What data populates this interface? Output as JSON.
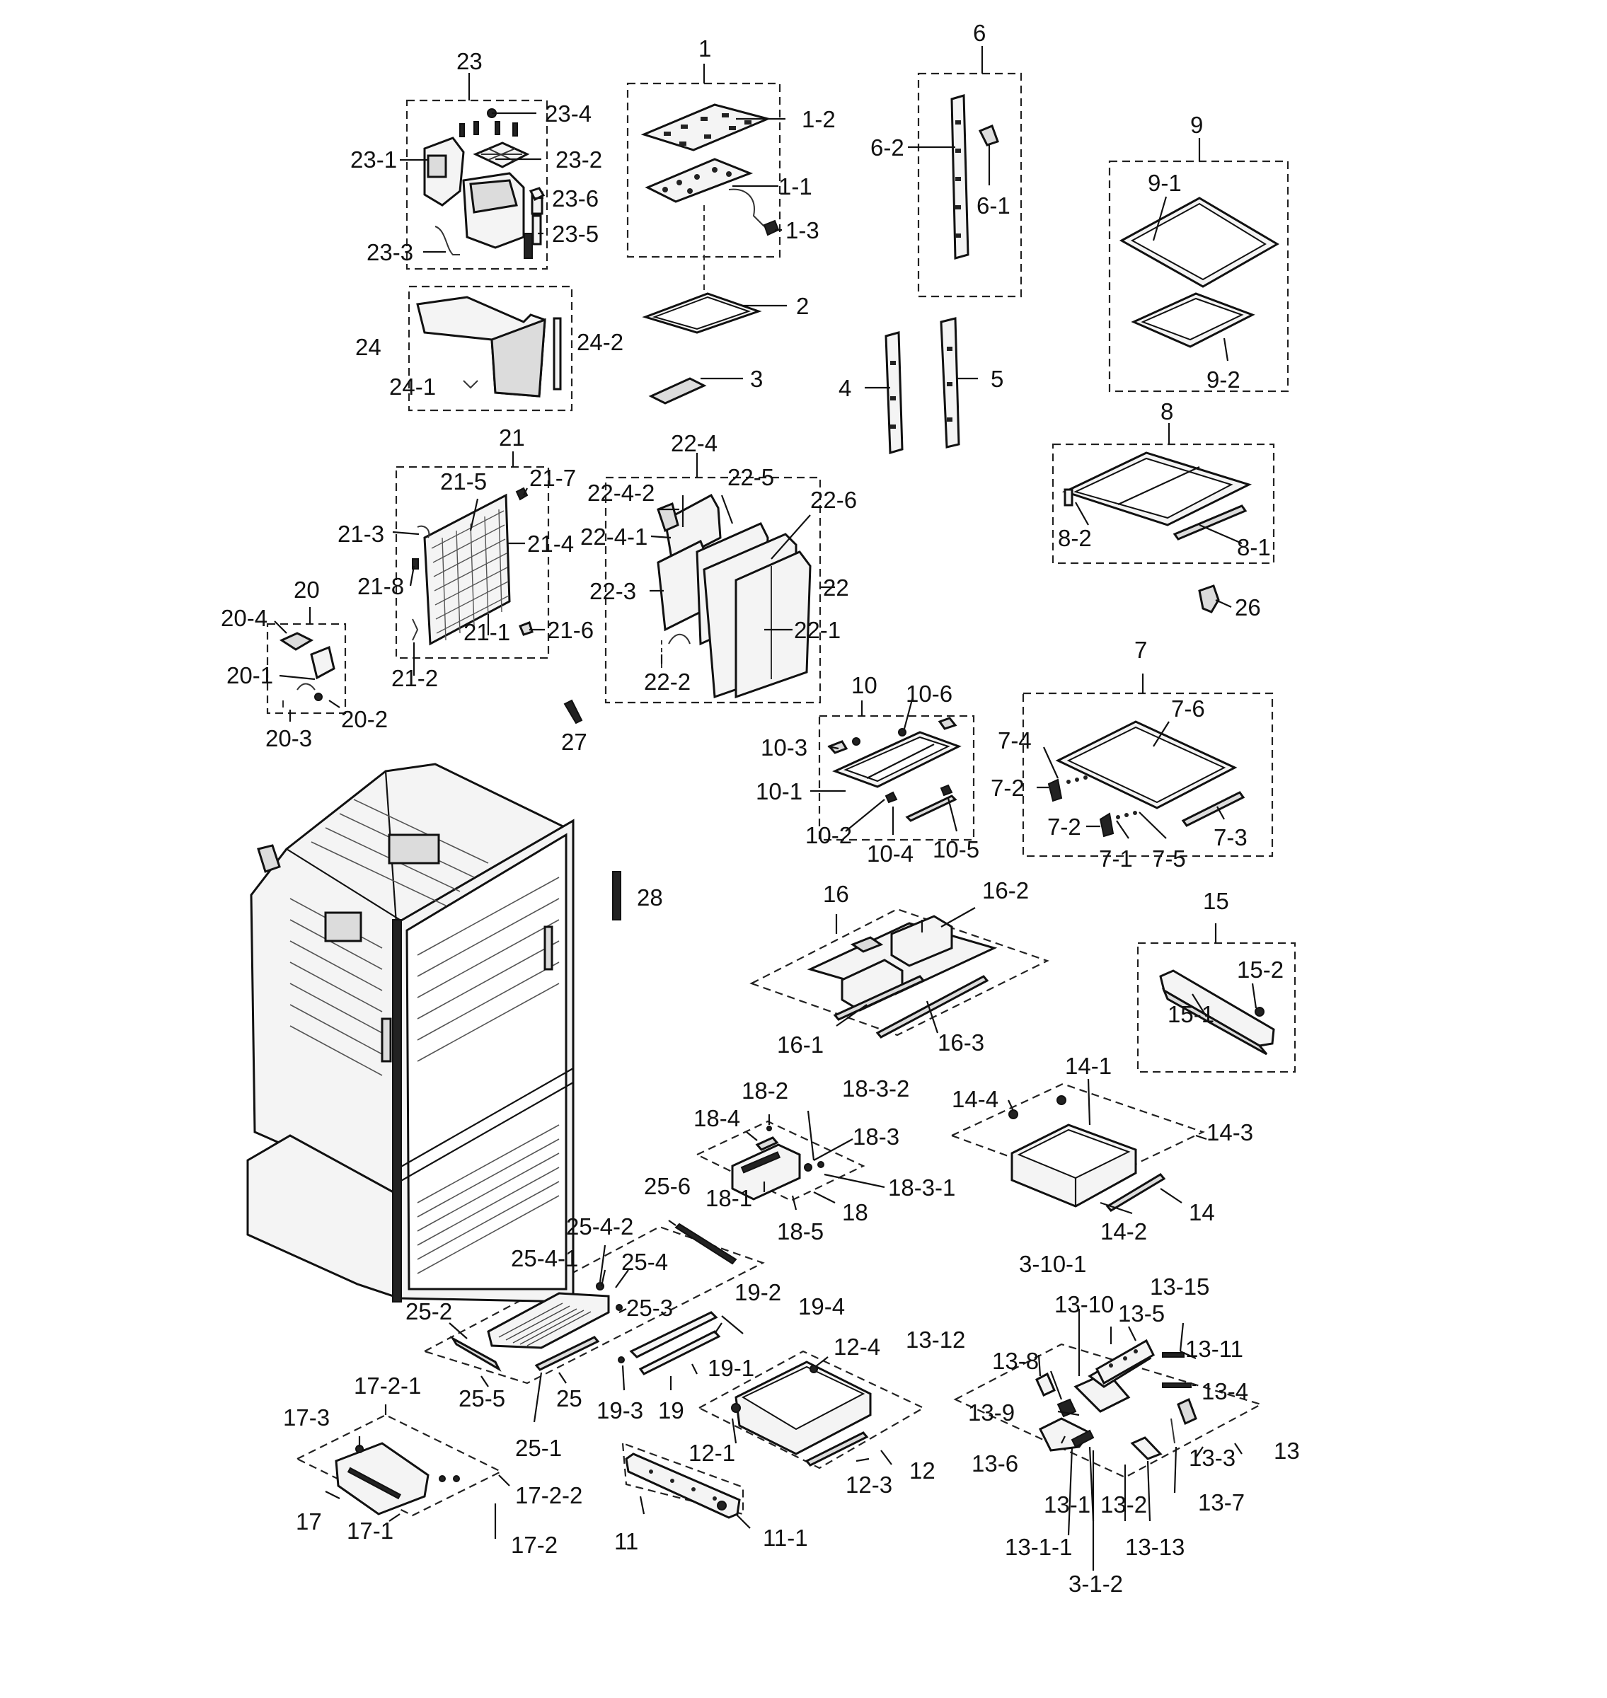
{
  "diagram": {
    "labels": [
      {
        "id": "1",
        "text": "1"
      },
      {
        "id": "1-1",
        "text": "1-1"
      },
      {
        "id": "1-2",
        "text": "1-2"
      },
      {
        "id": "1-3",
        "text": "1-3"
      },
      {
        "id": "2",
        "text": "2"
      },
      {
        "id": "3",
        "text": "3"
      },
      {
        "id": "4",
        "text": "4"
      },
      {
        "id": "5",
        "text": "5"
      },
      {
        "id": "6",
        "text": "6"
      },
      {
        "id": "6-1",
        "text": "6-1"
      },
      {
        "id": "6-2",
        "text": "6-2"
      },
      {
        "id": "7",
        "text": "7"
      },
      {
        "id": "7-1",
        "text": "7-1"
      },
      {
        "id": "7-2a",
        "text": "7-2"
      },
      {
        "id": "7-2b",
        "text": "7-2"
      },
      {
        "id": "7-3",
        "text": "7-3"
      },
      {
        "id": "7-4",
        "text": "7-4"
      },
      {
        "id": "7-5",
        "text": "7-5"
      },
      {
        "id": "7-6",
        "text": "7-6"
      },
      {
        "id": "8",
        "text": "8"
      },
      {
        "id": "8-1",
        "text": "8-1"
      },
      {
        "id": "8-2",
        "text": "8-2"
      },
      {
        "id": "9",
        "text": "9"
      },
      {
        "id": "9-1",
        "text": "9-1"
      },
      {
        "id": "9-2",
        "text": "9-2"
      },
      {
        "id": "10",
        "text": "10"
      },
      {
        "id": "10-1",
        "text": "10-1"
      },
      {
        "id": "10-2",
        "text": "10-2"
      },
      {
        "id": "10-3",
        "text": "10-3"
      },
      {
        "id": "10-4",
        "text": "10-4"
      },
      {
        "id": "10-5",
        "text": "10-5"
      },
      {
        "id": "10-6",
        "text": "10-6"
      },
      {
        "id": "11",
        "text": "11"
      },
      {
        "id": "11-1",
        "text": "11-1"
      },
      {
        "id": "12",
        "text": "12"
      },
      {
        "id": "12-1",
        "text": "12-1"
      },
      {
        "id": "12-3",
        "text": "12-3"
      },
      {
        "id": "12-4",
        "text": "12-4"
      },
      {
        "id": "13",
        "text": "13"
      },
      {
        "id": "13-1",
        "text": "13-1"
      },
      {
        "id": "13-1-1",
        "text": "13-1-1"
      },
      {
        "id": "13-2",
        "text": "13-2"
      },
      {
        "id": "13-3",
        "text": "13-3"
      },
      {
        "id": "13-4",
        "text": "13-4"
      },
      {
        "id": "13-5",
        "text": "13-5"
      },
      {
        "id": "13-6",
        "text": "13-6"
      },
      {
        "id": "13-7",
        "text": "13-7"
      },
      {
        "id": "13-8",
        "text": "13-8"
      },
      {
        "id": "13-9",
        "text": "13-9"
      },
      {
        "id": "13-10",
        "text": "13-10"
      },
      {
        "id": "13-11",
        "text": "13-11"
      },
      {
        "id": "13-12",
        "text": "13-12"
      },
      {
        "id": "13-13",
        "text": "13-13"
      },
      {
        "id": "13-15",
        "text": "13-15"
      },
      {
        "id": "3-10-1",
        "text": "3-10-1"
      },
      {
        "id": "3-1-2",
        "text": "3-1-2"
      },
      {
        "id": "14",
        "text": "14"
      },
      {
        "id": "14-1",
        "text": "14-1"
      },
      {
        "id": "14-2",
        "text": "14-2"
      },
      {
        "id": "14-3",
        "text": "14-3"
      },
      {
        "id": "14-4",
        "text": "14-4"
      },
      {
        "id": "15",
        "text": "15"
      },
      {
        "id": "15-1",
        "text": "15-1"
      },
      {
        "id": "15-2",
        "text": "15-2"
      },
      {
        "id": "16",
        "text": "16"
      },
      {
        "id": "16-1",
        "text": "16-1"
      },
      {
        "id": "16-2",
        "text": "16-2"
      },
      {
        "id": "16-3",
        "text": "16-3"
      },
      {
        "id": "17",
        "text": "17"
      },
      {
        "id": "17-1",
        "text": "17-1"
      },
      {
        "id": "17-2",
        "text": "17-2"
      },
      {
        "id": "17-2-1",
        "text": "17-2-1"
      },
      {
        "id": "17-2-2",
        "text": "17-2-2"
      },
      {
        "id": "17-3",
        "text": "17-3"
      },
      {
        "id": "18",
        "text": "18"
      },
      {
        "id": "18-1",
        "text": "18-1"
      },
      {
        "id": "18-2",
        "text": "18-2"
      },
      {
        "id": "18-3",
        "text": "18-3"
      },
      {
        "id": "18-3-1",
        "text": "18-3-1"
      },
      {
        "id": "18-3-2",
        "text": "18-3-2"
      },
      {
        "id": "18-4",
        "text": "18-4"
      },
      {
        "id": "18-5",
        "text": "18-5"
      },
      {
        "id": "19",
        "text": "19"
      },
      {
        "id": "19-1",
        "text": "19-1"
      },
      {
        "id": "19-2",
        "text": "19-2"
      },
      {
        "id": "19-3",
        "text": "19-3"
      },
      {
        "id": "19-4",
        "text": "19-4"
      },
      {
        "id": "20",
        "text": "20"
      },
      {
        "id": "20-1",
        "text": "20-1"
      },
      {
        "id": "20-2",
        "text": "20-2"
      },
      {
        "id": "20-3",
        "text": "20-3"
      },
      {
        "id": "20-4",
        "text": "20-4"
      },
      {
        "id": "21",
        "text": "21"
      },
      {
        "id": "21-1",
        "text": "21-1"
      },
      {
        "id": "21-2",
        "text": "21-2"
      },
      {
        "id": "21-3",
        "text": "21-3"
      },
      {
        "id": "21-4",
        "text": "21-4"
      },
      {
        "id": "21-5",
        "text": "21-5"
      },
      {
        "id": "21-6",
        "text": "21-6"
      },
      {
        "id": "21-7",
        "text": "21-7"
      },
      {
        "id": "21-8",
        "text": "21-8"
      },
      {
        "id": "22",
        "text": "22"
      },
      {
        "id": "22-1",
        "text": "22-1"
      },
      {
        "id": "22-2",
        "text": "22-2"
      },
      {
        "id": "22-3",
        "text": "22-3"
      },
      {
        "id": "22-4",
        "text": "22-4"
      },
      {
        "id": "22-4-1",
        "text": "22-4-1"
      },
      {
        "id": "22-4-2",
        "text": "22-4-2"
      },
      {
        "id": "22-5",
        "text": "22-5"
      },
      {
        "id": "22-6",
        "text": "22-6"
      },
      {
        "id": "23",
        "text": "23"
      },
      {
        "id": "23-1",
        "text": "23-1"
      },
      {
        "id": "23-2",
        "text": "23-2"
      },
      {
        "id": "23-3",
        "text": "23-3"
      },
      {
        "id": "23-4",
        "text": "23-4"
      },
      {
        "id": "23-5",
        "text": "23-5"
      },
      {
        "id": "23-6",
        "text": "23-6"
      },
      {
        "id": "24",
        "text": "24"
      },
      {
        "id": "24-1",
        "text": "24-1"
      },
      {
        "id": "24-2",
        "text": "24-2"
      },
      {
        "id": "25",
        "text": "25"
      },
      {
        "id": "25-1",
        "text": "25-1"
      },
      {
        "id": "25-2",
        "text": "25-2"
      },
      {
        "id": "25-3",
        "text": "25-3"
      },
      {
        "id": "25-4",
        "text": "25-4"
      },
      {
        "id": "25-4-1",
        "text": "25-4-1"
      },
      {
        "id": "25-4-2",
        "text": "25-4-2"
      },
      {
        "id": "25-5",
        "text": "25-5"
      },
      {
        "id": "25-6",
        "text": "25-6"
      },
      {
        "id": "26",
        "text": "26"
      },
      {
        "id": "27",
        "text": "27"
      },
      {
        "id": "28",
        "text": "28"
      }
    ]
  }
}
